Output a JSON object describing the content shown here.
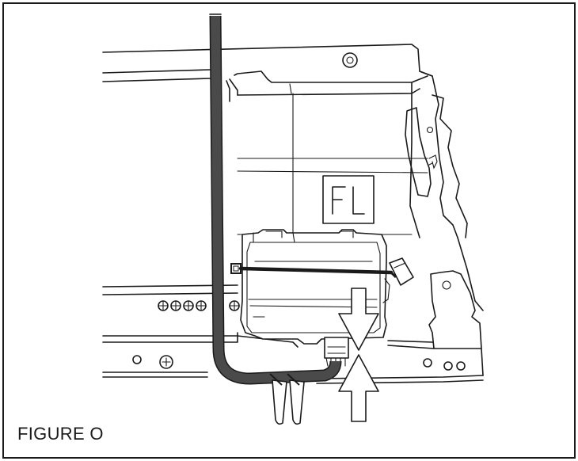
{
  "figure": {
    "caption": "FIGURE O",
    "panel_label": "FL",
    "colors": {
      "ink": "#1a1a1a",
      "harness": "#4a4a4a",
      "background": "#ffffff"
    },
    "icons": [
      "harness-cable",
      "cable-tie",
      "control-module",
      "connector",
      "alignment-arrows",
      "screw-holes"
    ]
  }
}
